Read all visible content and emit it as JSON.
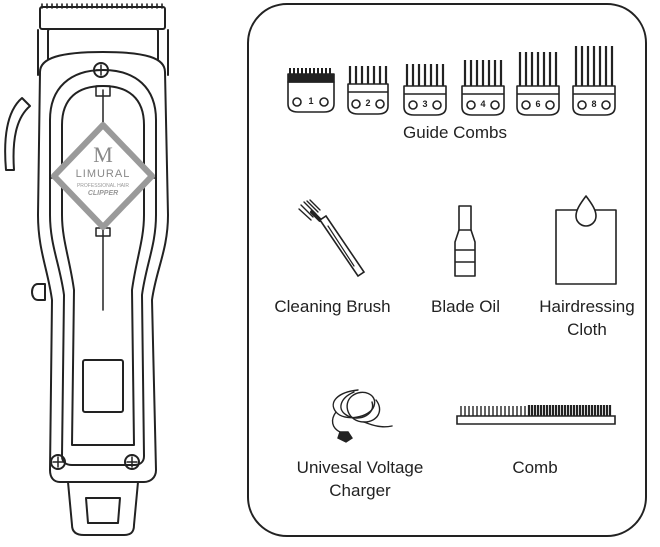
{
  "product": {
    "brand_mark": "M",
    "brand": "LIMURAL",
    "subline": "PROFESSIONAL HAIR",
    "model": "CLIPPER"
  },
  "guide_combs": {
    "label": "Guide Combs",
    "sizes": [
      "1",
      "2",
      "3",
      "4",
      "6",
      "8"
    ]
  },
  "accessories": {
    "cleaning_brush": "Cleaning Brush",
    "blade_oil": "Blade Oil",
    "hairdressing_cloth_line1": "Hairdressing",
    "hairdressing_cloth_line2": "Cloth",
    "charger_line1": "Univesal Voltage",
    "charger_line2": "Charger",
    "comb": "Comb"
  }
}
